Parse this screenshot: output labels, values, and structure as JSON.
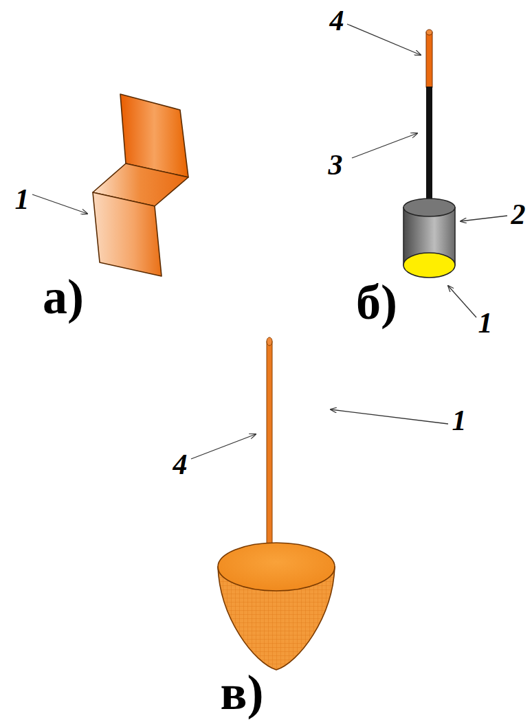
{
  "diagram": {
    "labels": [
      "4",
      "1",
      "3",
      "2",
      "а)",
      "б)",
      "1",
      "4",
      "1",
      "в)"
    ]
  }
}
